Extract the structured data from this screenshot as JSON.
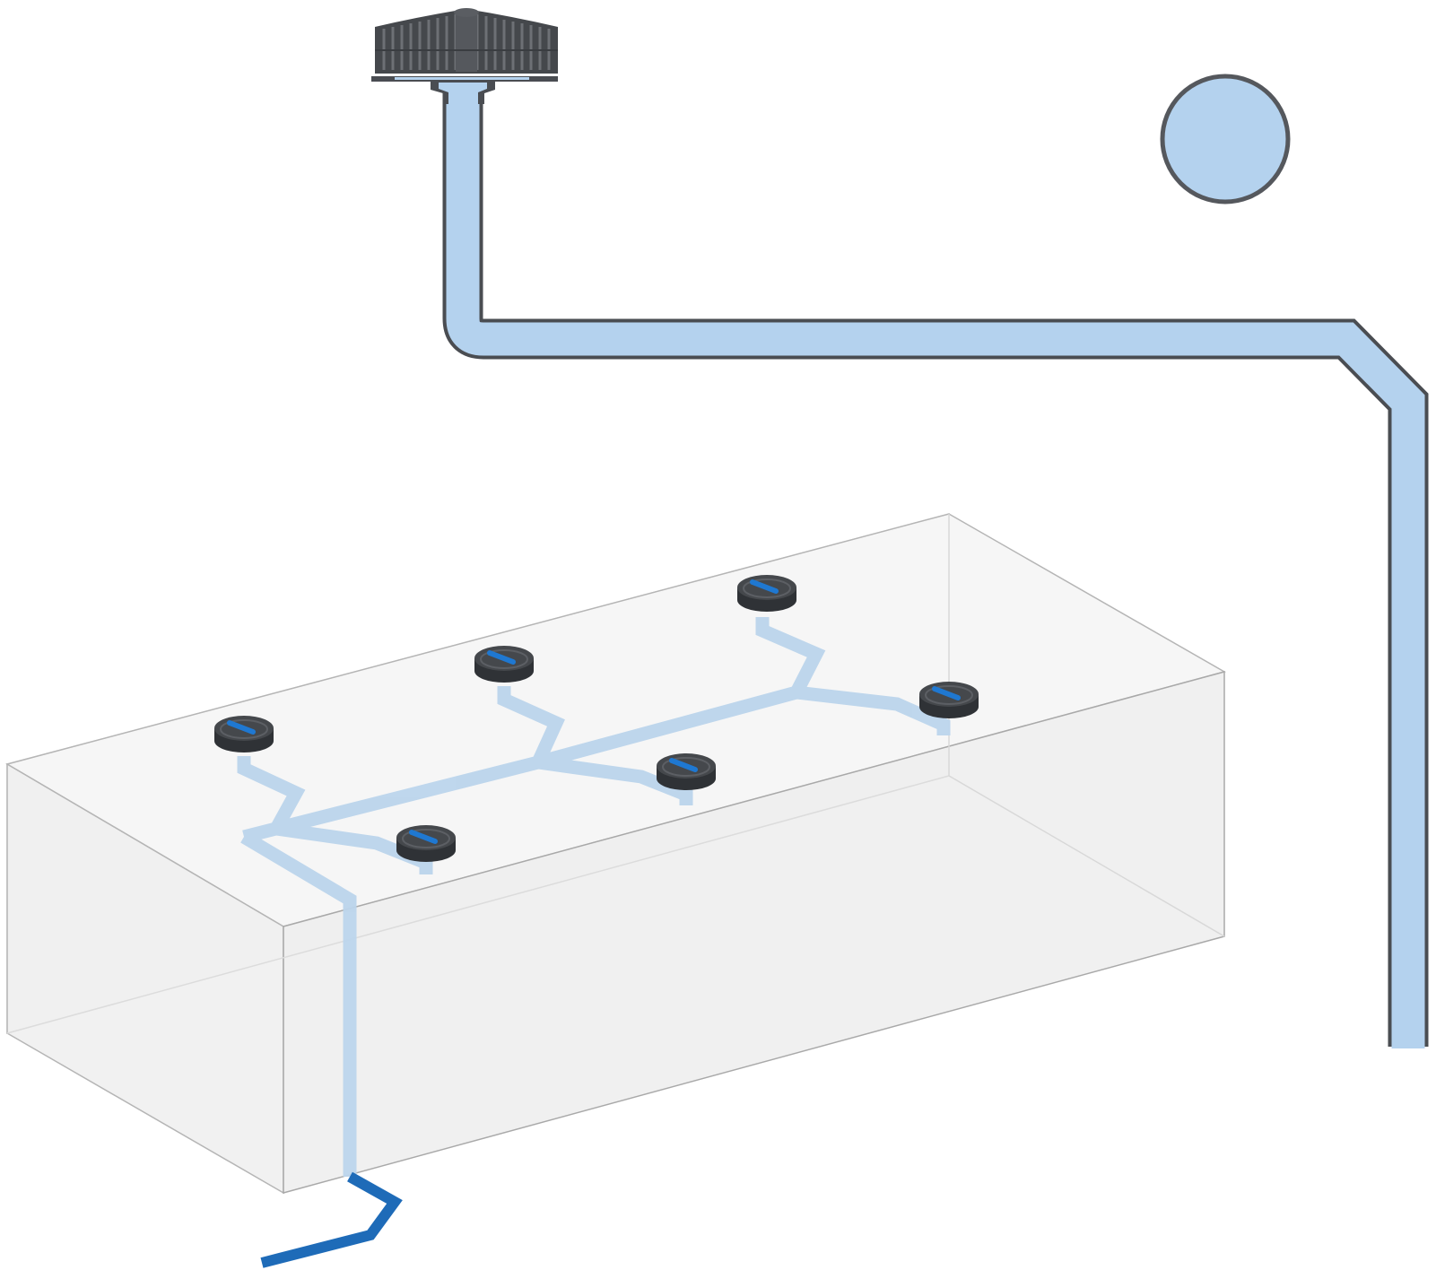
{
  "diagram": {
    "colors": {
      "background": "#ffffff",
      "pipe_fill": "#b4d2ee",
      "pipe_outline": "#4a4d52",
      "branch_pipe": "#bcd5ec",
      "outlet_pipe": "#1e6bb8",
      "box_top": "#f6f6f6",
      "box_front": "#efefef",
      "box_side": "#f2f2f2",
      "box_edge": "#a9a9a9",
      "fitting_body": "#45484c",
      "fitting_dark": "#2f3236",
      "fitting_accent": "#1f78d1"
    },
    "components": [
      {
        "id": "roof-drain",
        "icon": "roof-drain-icon"
      },
      {
        "id": "vertical-downpipe-top"
      },
      {
        "id": "horizontal-collector-pipe"
      },
      {
        "id": "vertical-downpipe-right"
      },
      {
        "id": "pipe-cross-section",
        "icon": "pipe-section-circle"
      },
      {
        "id": "transparent-block"
      },
      {
        "id": "branch-pipe-network"
      },
      {
        "id": "outlet-pipe"
      }
    ],
    "fittings": [
      {
        "id": "fitting-1",
        "icon": "drain-fitting-icon"
      },
      {
        "id": "fitting-2",
        "icon": "drain-fitting-icon"
      },
      {
        "id": "fitting-3",
        "icon": "drain-fitting-icon"
      },
      {
        "id": "fitting-4",
        "icon": "drain-fitting-icon"
      },
      {
        "id": "fitting-5",
        "icon": "drain-fitting-icon"
      },
      {
        "id": "fitting-6",
        "icon": "drain-fitting-icon"
      }
    ]
  }
}
